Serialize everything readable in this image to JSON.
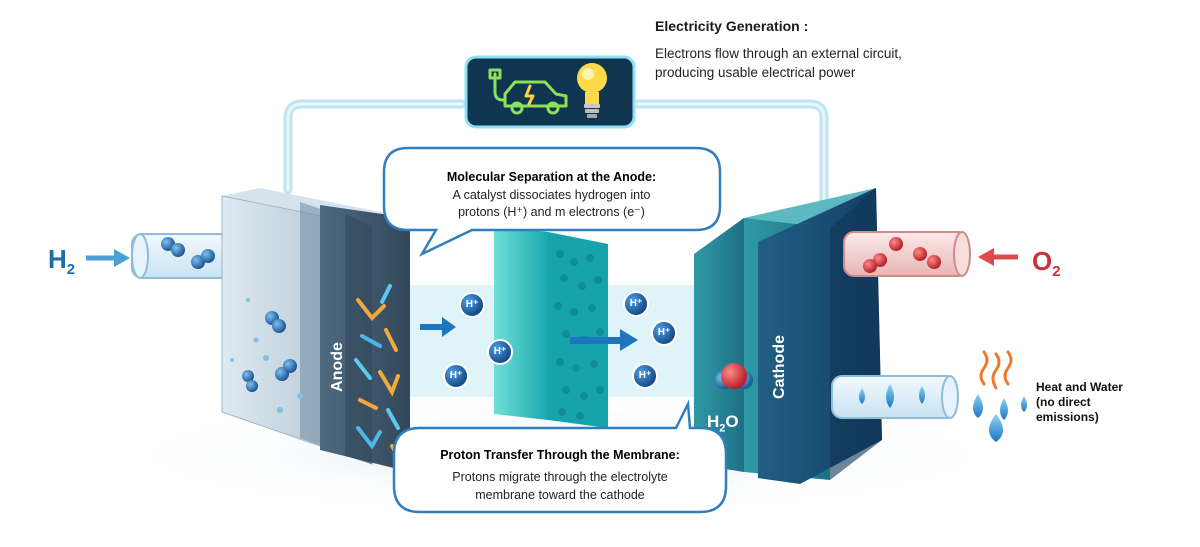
{
  "electricity": {
    "title": "Electricity Generation :",
    "line1": "Electrons flow through an external circuit,",
    "line2": "producing usable electrical power"
  },
  "anode_box": {
    "title": "Molecular Separation at the Anode:",
    "line1": "A catalyst dissociates hydrogen into",
    "line2": "protons (H⁺) and m electrons (e⁻)"
  },
  "membrane_box": {
    "title": "Proton Transfer Through the Membrane:",
    "line1": "Protons migrate through the electrolyte",
    "line2": "membrane toward the cathode"
  },
  "output": {
    "line1": "Heat and Water",
    "line2": "(no direct",
    "line3": "emissions)"
  },
  "labels": {
    "anode": "Anode",
    "cathode": "Cathode",
    "h2_main": "H",
    "h2_sub": "2",
    "o2_main": "O",
    "o2_sub": "2",
    "water_main": "H",
    "water_sub": "2",
    "water_end": "O",
    "proton": "H⁺"
  },
  "colors": {
    "hydrogen": "#1e6fa8",
    "oxygen": "#c8323a",
    "anode_face": "#bcd0de",
    "cathode_face": "#2a8a9a",
    "membrane": "#26b5b5"
  },
  "icons": [
    "electric-car-icon",
    "light-bulb-icon",
    "heat-waves-icon",
    "water-drop-icon"
  ]
}
